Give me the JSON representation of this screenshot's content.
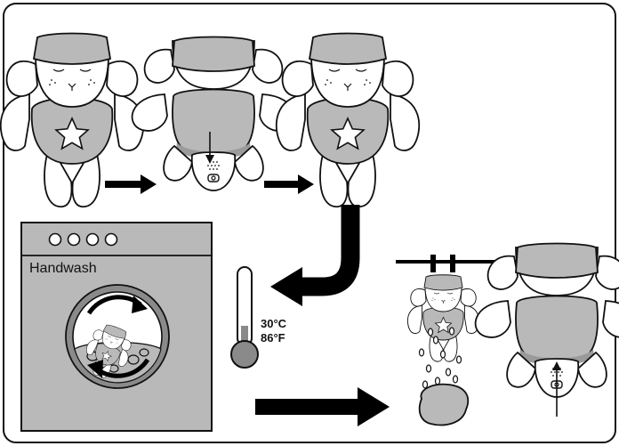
{
  "machine": {
    "label": "Handwash",
    "dial_count": 4
  },
  "thermometer": {
    "celsius": "30°C",
    "fahrenheit": "86°F"
  },
  "colors": {
    "fill_gray": "#b9b9b9",
    "mid_gray": "#9a9a9a",
    "dark_gray": "#8a8a8a",
    "stroke": "#111111",
    "arrow": "#000000"
  },
  "icons": [
    "sheep-plush-front",
    "sheep-plush-back",
    "open-battery-pouch",
    "arrow-right",
    "curved-arrow",
    "washing-machine",
    "rotation-arrows",
    "thermometer",
    "hanging-line",
    "water-drops",
    "puddle",
    "closed-battery-pouch"
  ]
}
